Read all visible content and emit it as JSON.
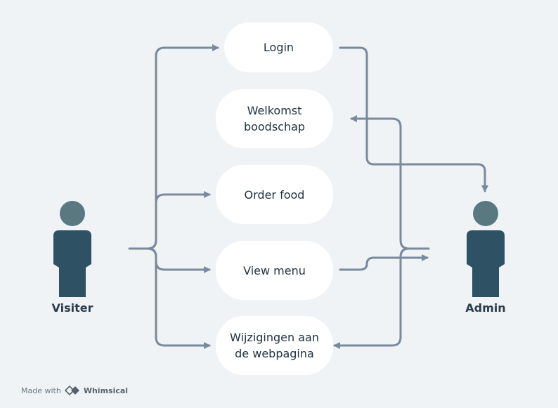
{
  "use_cases": {
    "login": "Login",
    "welkomst": "Welkomst\nboodschap",
    "order_food": "Order food",
    "view_menu": "View menu",
    "wijzigingen": "Wijzigingen aan\nde webpagina"
  },
  "actors": {
    "visitor": "Visiter",
    "admin": "Admin"
  },
  "footer": {
    "made_with": "Made with",
    "brand": "Whimsical"
  },
  "colors": {
    "background": "#f0f3f6",
    "node": "#ffffff",
    "connector": "#788a9b",
    "actor_head": "#5a7880",
    "actor_body": "#2f5164"
  }
}
